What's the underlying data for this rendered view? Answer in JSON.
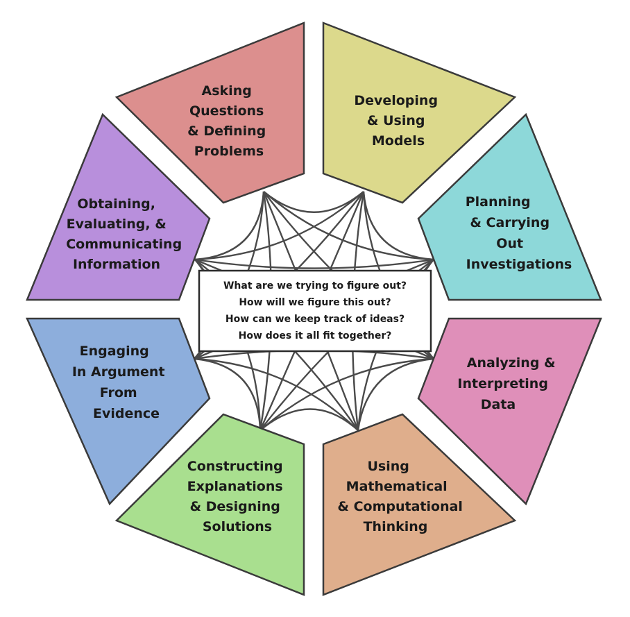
{
  "practices": [
    {
      "id": "asking",
      "lines": [
        "Asking",
        "Questions",
        "& Defining",
        "Problems"
      ],
      "color": "#dc8f8e"
    },
    {
      "id": "developing",
      "lines": [
        "Developing",
        "& Using",
        "Models"
      ],
      "color": "#dcd98c"
    },
    {
      "id": "planning",
      "lines": [
        "Planning",
        "& Carrying",
        "Out",
        "Investigations"
      ],
      "color": "#8dd8d9"
    },
    {
      "id": "analyzing",
      "lines": [
        "Analyzing &",
        "Interpreting",
        "Data"
      ],
      "color": "#df8fb9"
    },
    {
      "id": "math",
      "lines": [
        "Using",
        "Mathematical",
        "& Computational",
        "Thinking"
      ],
      "color": "#dfae8c"
    },
    {
      "id": "constructing",
      "lines": [
        "Constructing",
        "Explanations",
        "& Designing",
        "Solutions"
      ],
      "color": "#a9df8f"
    },
    {
      "id": "engaging",
      "lines": [
        "Engaging",
        "In Argument",
        "From",
        "Evidence"
      ],
      "color": "#8daedc"
    },
    {
      "id": "obtaining",
      "lines": [
        "Obtaining,",
        "Evaluating, &",
        "Communicating",
        "Information"
      ],
      "color": "#b88fdc"
    }
  ],
  "center": {
    "questions": [
      "What are we trying to figure out?",
      "How will we figure this out?",
      "How can we keep track of ideas?",
      "How does it all fit together?"
    ]
  }
}
